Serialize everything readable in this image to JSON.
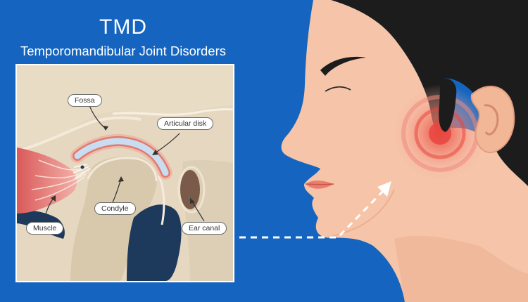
{
  "title": "TMD",
  "subtitle": "Temporomandibular Joint Disorders",
  "labels": {
    "fossa": "Fossa",
    "articular_disk": "Articular disk",
    "condyle": "Condyle",
    "muscle": "Muscle",
    "ear_canal": "Ear canal"
  },
  "colors": {
    "background": "#1565c0",
    "skin": "#f6c4a8",
    "hair": "#1c1c1c",
    "pain": "#e8473f",
    "disk": "#c8dcf2"
  }
}
